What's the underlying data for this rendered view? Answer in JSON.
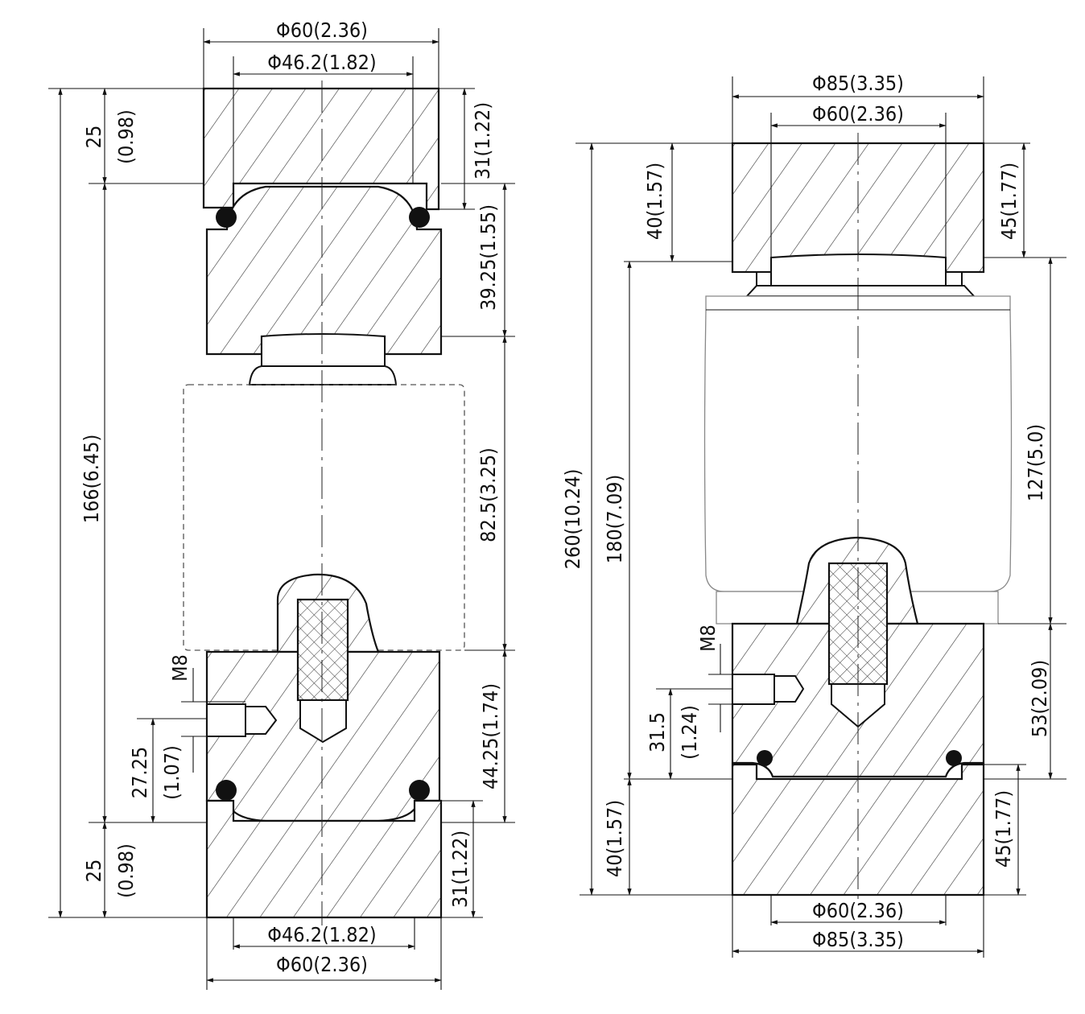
{
  "left_drawing": {
    "top_outer_diameter": "Φ60(2.36)",
    "top_inner_diameter": "Φ46.2(1.82)",
    "top_cap_height_mm": "25",
    "top_cap_height_in": "(0.98)",
    "top_block_height": "31(1.22)",
    "upper_piece_height": "39.25(1.55)",
    "cell_height": "82.5(3.25)",
    "overall_height": "166(6.45)",
    "thread": "M8",
    "thread_offset_mm": "27.25",
    "thread_offset_in": "(1.07)",
    "lower_piece_height": "44.25(1.74)",
    "bottom_cap_height_mm": "25",
    "bottom_cap_height_in": "(0.98)",
    "bottom_block_height": "31(1.22)",
    "bottom_inner_diameter": "Φ46.2(1.82)",
    "bottom_outer_diameter": "Φ60(2.36)"
  },
  "right_drawing": {
    "top_outer_diameter": "Φ85(3.35)",
    "top_inner_diameter": "Φ60(2.36)",
    "top_cap_height": "40(1.57)",
    "top_block_height": "45(1.77)",
    "overall_height": "260(10.24)",
    "inner_height": "180(7.09)",
    "cell_height": "127(5.0)",
    "thread": "M8",
    "thread_offset_mm": "31.5",
    "thread_offset_in": "(1.24)",
    "lower_piece_height": "53(2.09)",
    "bottom_cap_height": "40(1.57)",
    "bottom_block_height": "45(1.77)",
    "bottom_inner_diameter": "Φ60(2.36)",
    "bottom_outer_diameter": "Φ85(3.35)"
  }
}
